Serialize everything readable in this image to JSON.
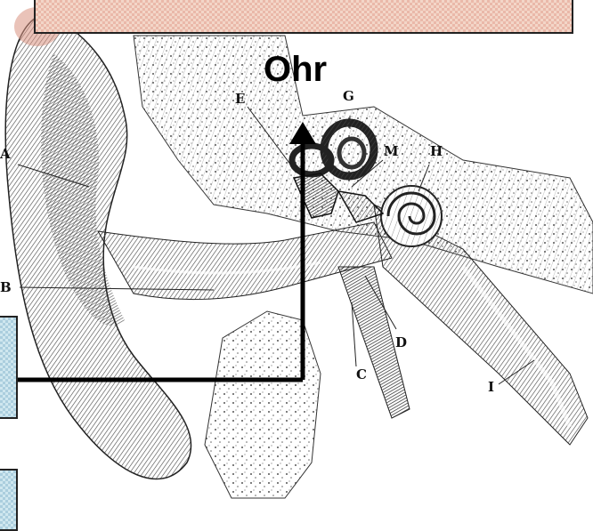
{
  "title": "Ohr",
  "labels": {
    "A": "A",
    "B": "B",
    "C": "C",
    "D": "D",
    "E": "E",
    "G": "G",
    "H": "H",
    "I": "I",
    "M": "M"
  },
  "colors": {
    "pink_box": "#f3d6c8",
    "blue_box": "#cfe7ef",
    "arrow": "#000000"
  }
}
